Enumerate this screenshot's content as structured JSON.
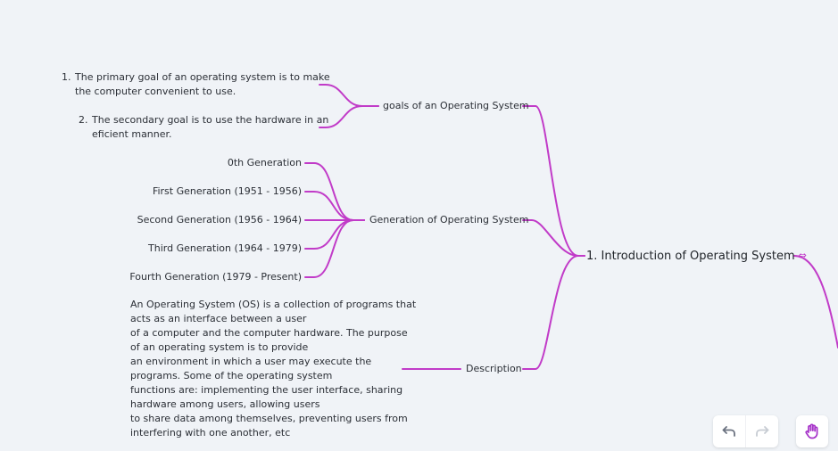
{
  "root": {
    "label": "1. Introduction of Operating System",
    "link_icon": "link-icon"
  },
  "goals": {
    "label": "goals of an Operating System",
    "items": [
      {
        "number": "1.",
        "lines": [
          "The primary goal of an operating system is to make",
          "the computer convenient to use."
        ]
      },
      {
        "number": "2.",
        "lines": [
          "The secondary goal is to use the hardware in an",
          "eficient manner."
        ]
      }
    ]
  },
  "generation": {
    "label": "Generation of Operating System",
    "items": [
      "0th Generation",
      "First Generation (1951 - 1956)",
      "Second Generation (1956 - 1964)",
      "Third Generation (1964 - 1979)",
      "Fourth Generation (1979 - Present)"
    ]
  },
  "description": {
    "label": "Description",
    "lines": [
      "An Operating System (OS) is a collection of programs that",
      "acts as an interface between a user",
      "of a computer and the computer hardware. The purpose",
      "of an operating system is to provide",
      "an environment in which a user may execute the",
      "programs.  Some of the operating system",
      "functions are: implementing the user interface, sharing",
      "hardware among users, allowing users",
      "to share data among themselves, preventing users from",
      "interfering with one another, etc"
    ]
  },
  "toolbar": {
    "undo_icon": "undo-icon",
    "redo_icon": "redo-icon",
    "hand_icon": "hand-icon"
  },
  "colors": {
    "branch": "#c13bc8",
    "background": "#f0f3f7",
    "text": "#2b2f36",
    "toolbar_icon": "#6b7280",
    "toolbar_icon_disabled": "#c7ccd3",
    "hand_icon": "#a632c9"
  }
}
